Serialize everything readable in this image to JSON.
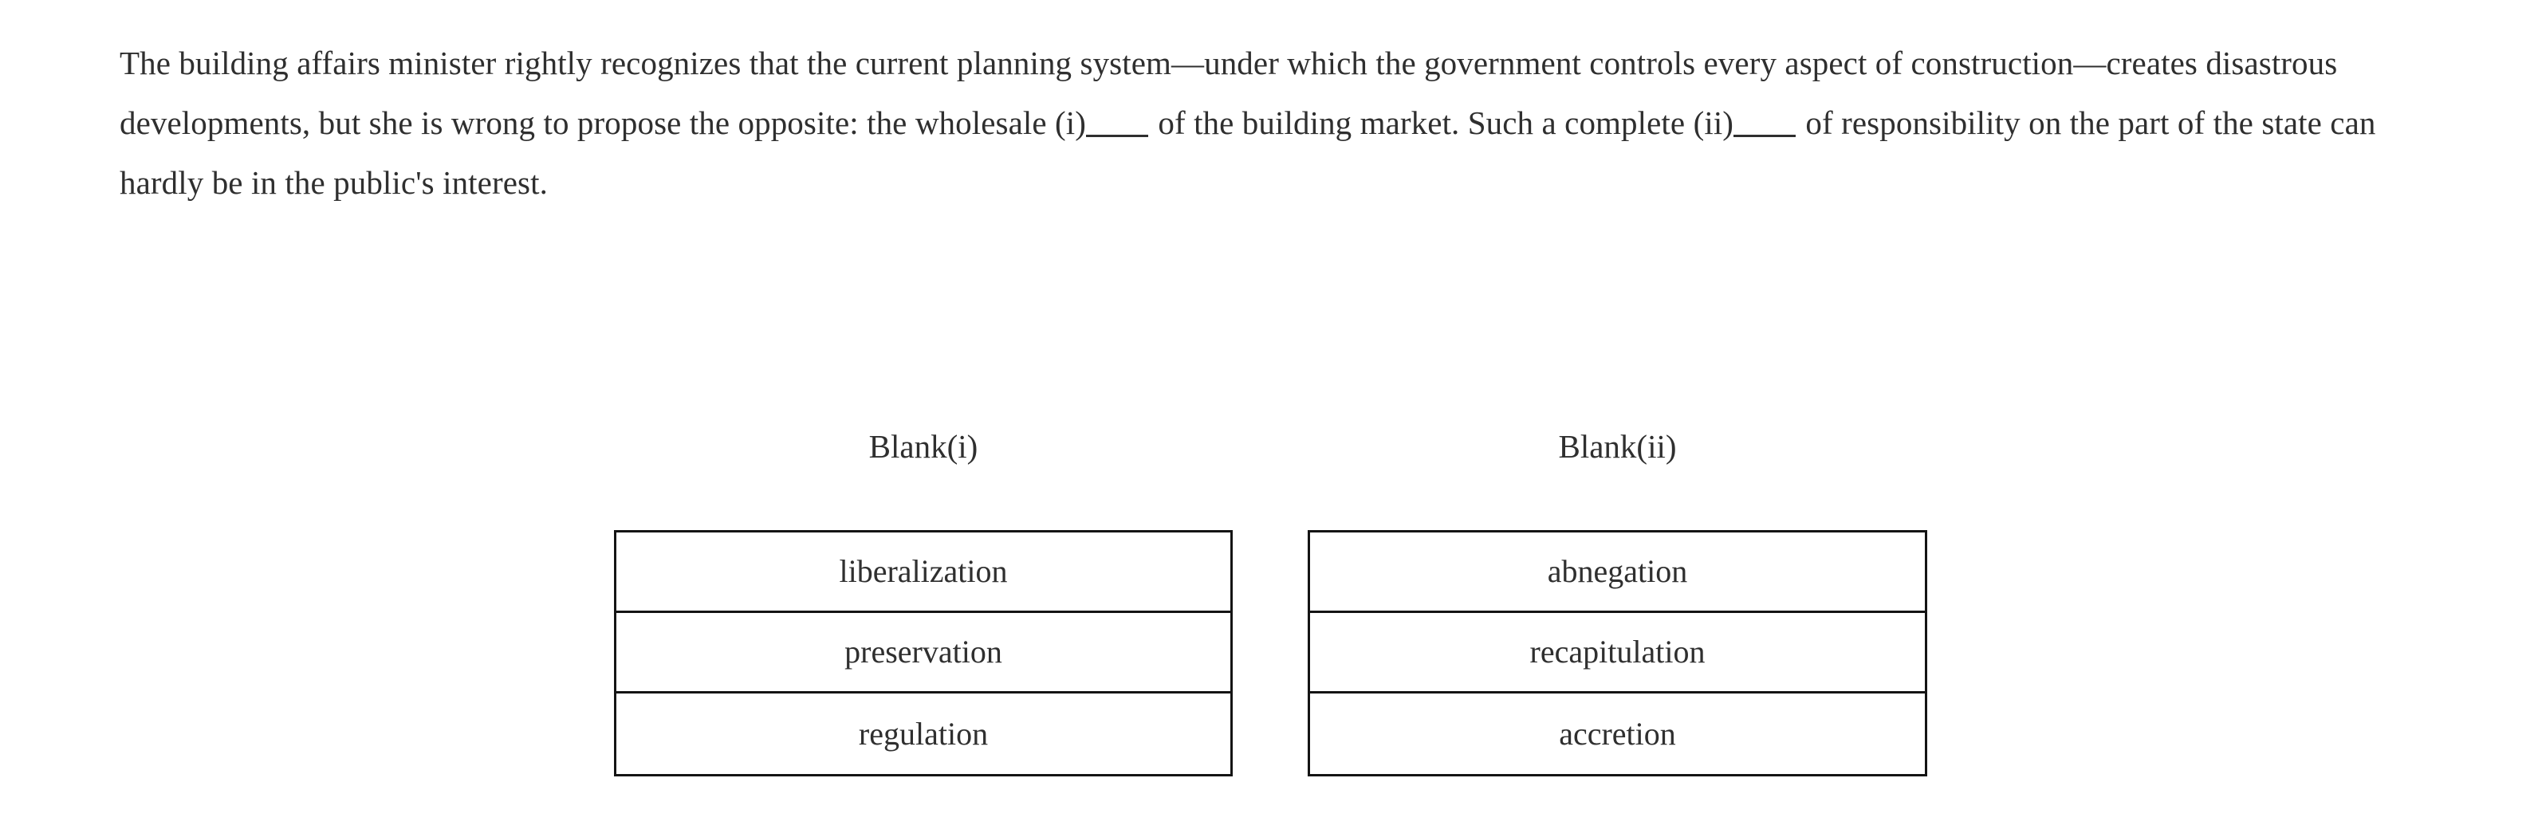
{
  "passage": {
    "segments": [
      {
        "type": "text",
        "value": "The building affairs minister rightly recognizes that the current planning system—under which the government controls every aspect of construction—creates disastrous developments, but she is wrong to propose the opposite: the wholesale (i)"
      },
      {
        "type": "blank",
        "value": "_____"
      },
      {
        "type": "text",
        "value": " of the building market. Such a complete (ii)"
      },
      {
        "type": "blank",
        "value": "_____"
      },
      {
        "type": "text",
        "value": " of responsibility on the part of the state can hardly be in the public's interest."
      }
    ],
    "full_text": "The building affairs minister rightly recognizes that the current planning system—under which the government controls every aspect of construction—creates disastrous developments, but she is wrong to propose the opposite: the wholesale (i)_____ of the building market. Such a complete (ii)_____ of responsibility on the part of the state can hardly be in the public's interest.",
    "part1": "The building affairs minister rightly recognizes that the current planning system—under which the government controls every aspect of construction—creates disastrous developments, but she is wrong to propose the opposite: the wholesale (i)",
    "part2": " of the building market. Such a complete (ii)",
    "part3": " of responsibility on the part of the state can hardly be in the public's interest."
  },
  "answer_groups": [
    {
      "header": "Blank(i)",
      "options": [
        {
          "label": "liberalization"
        },
        {
          "label": "preservation"
        },
        {
          "label": "regulation"
        }
      ]
    },
    {
      "header": "Blank(ii)",
      "options": [
        {
          "label": "abnegation"
        },
        {
          "label": "recapitulation"
        },
        {
          "label": "accretion"
        }
      ]
    }
  ],
  "colors": {
    "background": "#ffffff",
    "text": "#2f2f2f",
    "border": "#141414"
  }
}
